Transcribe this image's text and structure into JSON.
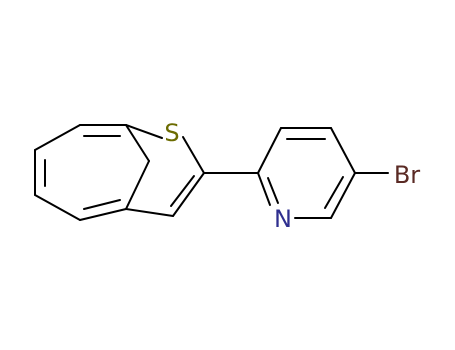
{
  "molecule": {
    "atoms": {
      "sulfur": {
        "symbol": "S",
        "color": "#6b6b00"
      },
      "nitrogen": {
        "symbol": "N",
        "color": "#2f2f8f"
      },
      "bromine": {
        "symbol": "Br",
        "color": "#5a2a24"
      }
    },
    "bond_color": "#000000",
    "background": "#ffffff"
  }
}
